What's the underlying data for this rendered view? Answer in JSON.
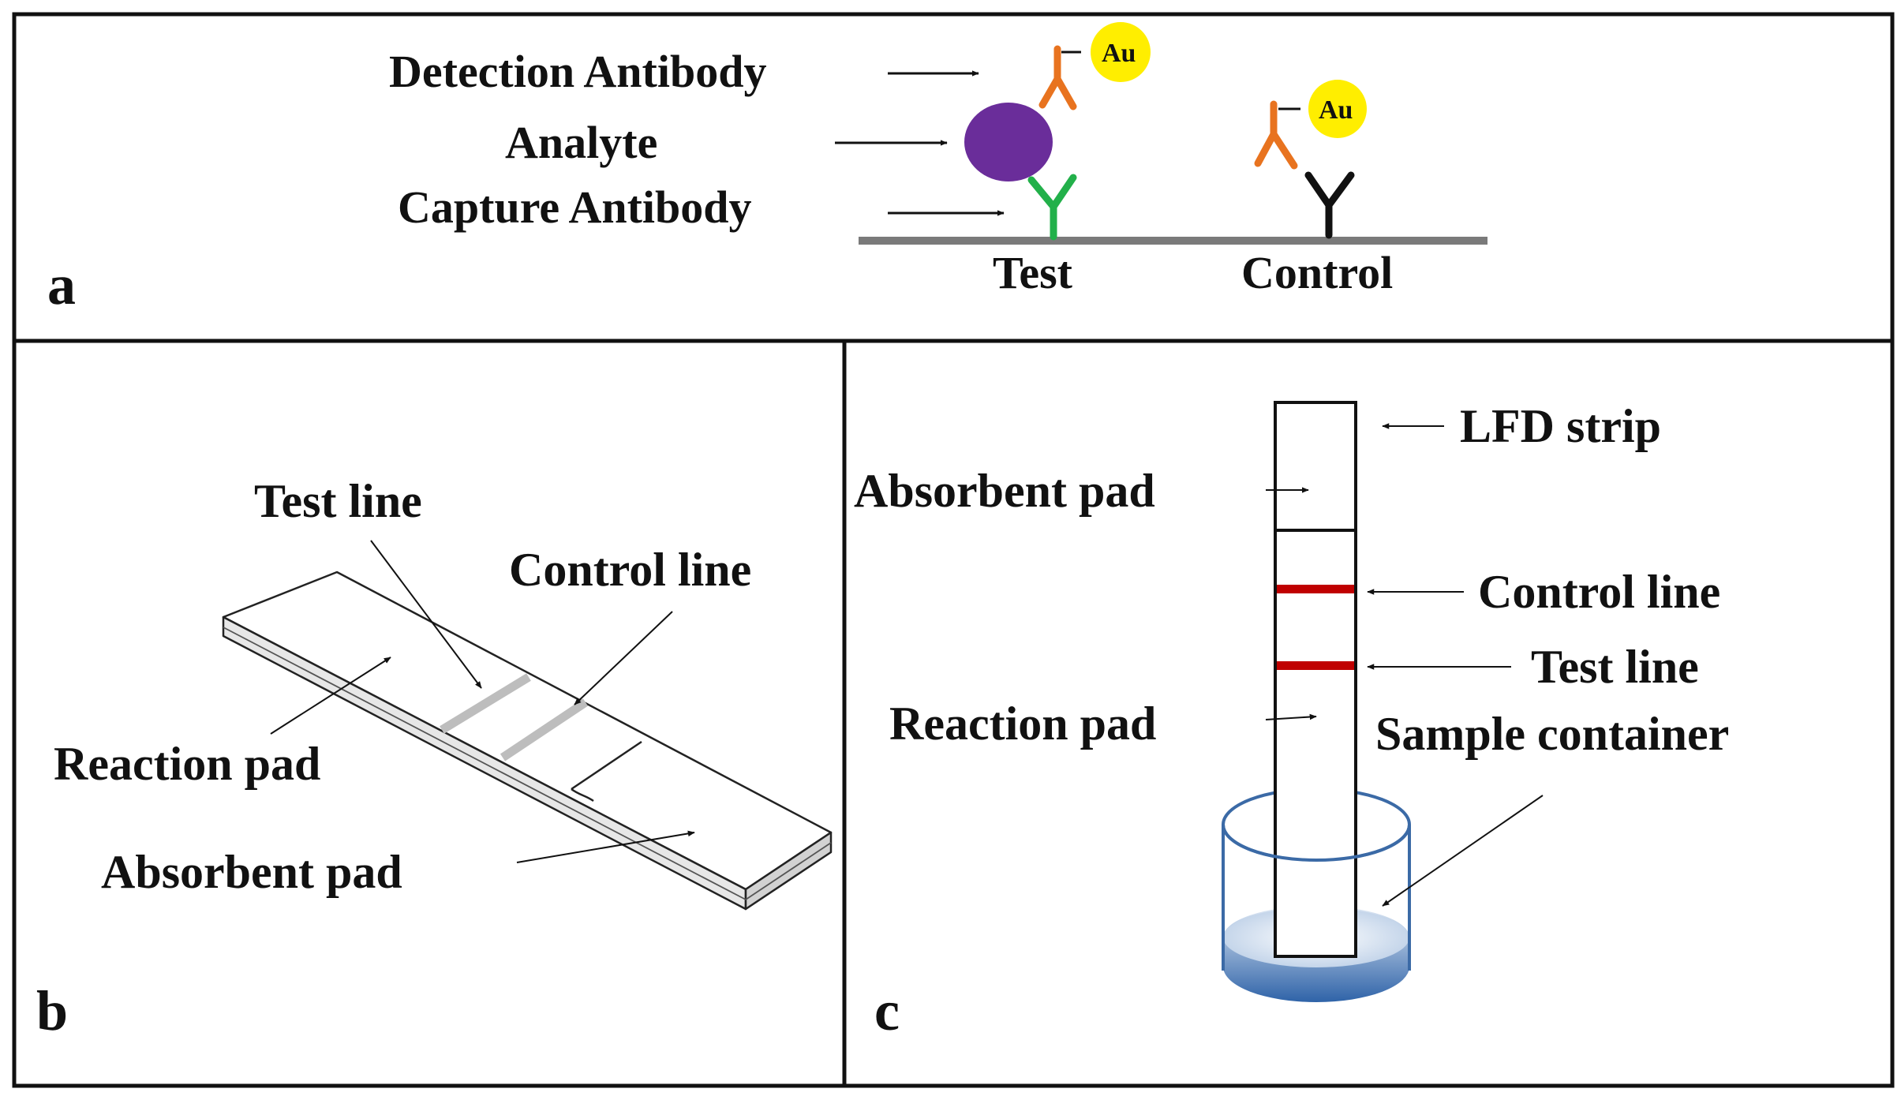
{
  "figure": {
    "panel_a": {
      "letter": "a",
      "labels": {
        "detection_antibody": "Detection Antibody",
        "analyte": "Analyte",
        "capture_antibody": "Capture Antibody",
        "test": "Test",
        "control": "Control",
        "gold_test": "Au",
        "gold_control": "Au"
      }
    },
    "panel_b": {
      "letter": "b",
      "labels": {
        "test_line": "Test line",
        "control_line": "Control line",
        "reaction_pad": "Reaction pad",
        "absorbent_pad": "Absorbent pad"
      }
    },
    "panel_c": {
      "letter": "c",
      "labels": {
        "lfd_strip": "LFD strip",
        "absorbent_pad": "Absorbent pad",
        "control_line": "Control line",
        "test_line": "Test line",
        "reaction_pad": "Reaction pad",
        "sample_container": "Sample container"
      }
    },
    "colors": {
      "analyte": "#6a2d9a",
      "gold": "#ffee00",
      "detection_antibody": "#e8731f",
      "capture_antibody": "#22b04a",
      "control_antibody": "#111111",
      "strip_line": "#c00000",
      "liquid": "#3c6fb0"
    }
  }
}
